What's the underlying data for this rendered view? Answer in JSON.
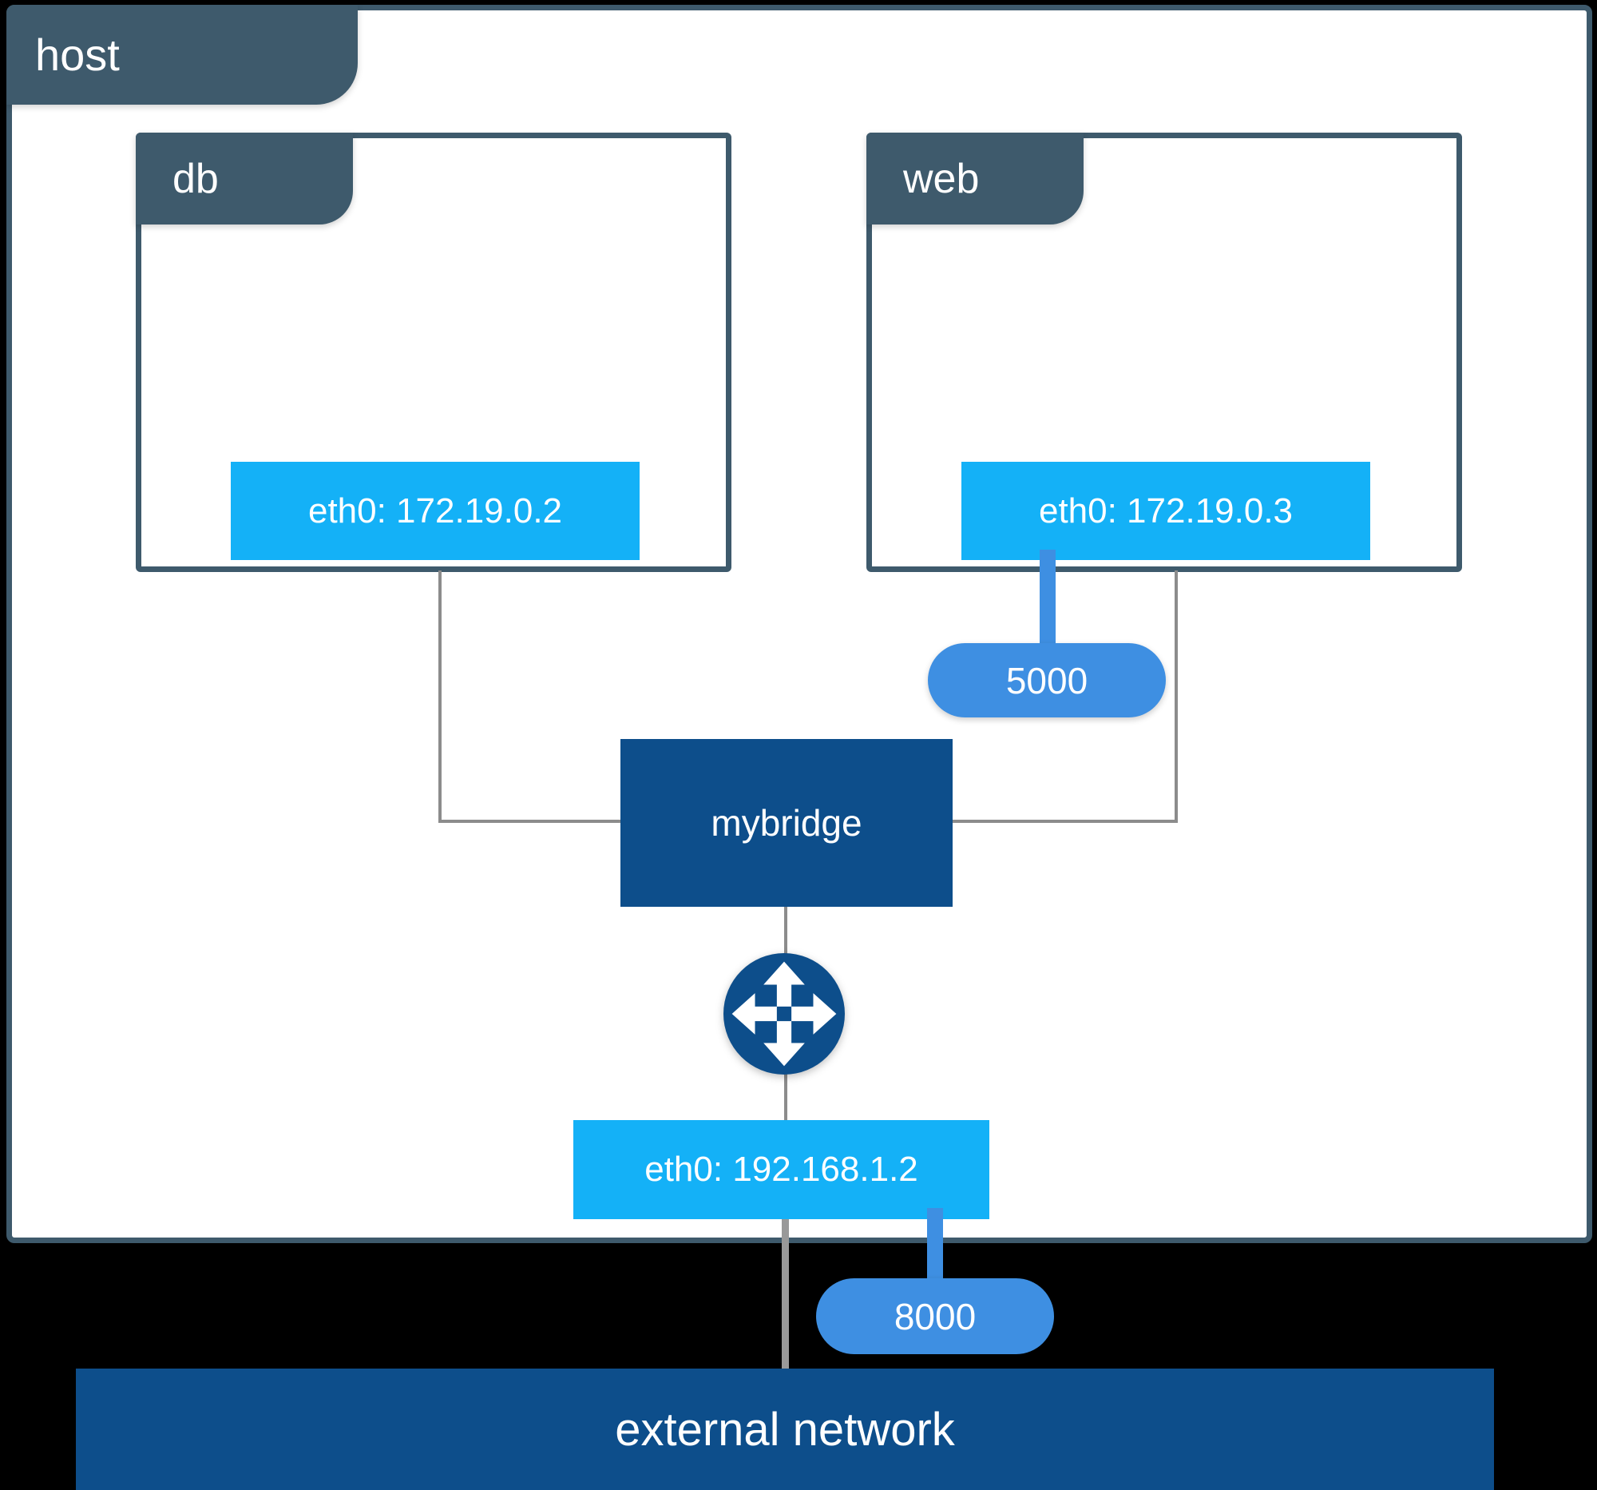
{
  "host": {
    "label": "host"
  },
  "containers": [
    {
      "label": "db",
      "interface": "eth0: 172.19.0.2"
    },
    {
      "label": "web",
      "interface": "eth0: 172.19.0.3"
    }
  ],
  "bridge": {
    "label": "mybridge"
  },
  "host_interface": {
    "label": "eth0: 192.168.1.2"
  },
  "ports": {
    "web": "5000",
    "host": "8000"
  },
  "external": {
    "label": "external network"
  },
  "icons": {
    "router": "router-crossed-arrows-icon"
  },
  "colors": {
    "panel_slate": "#3E5A6C",
    "interface_cyan": "#14B1F7",
    "port_blue": "#3E8FE2",
    "deep_navy": "#0D4E8B",
    "connector_gray": "#8C8C8C",
    "background": "#000000",
    "surface": "#FFFFFF"
  }
}
